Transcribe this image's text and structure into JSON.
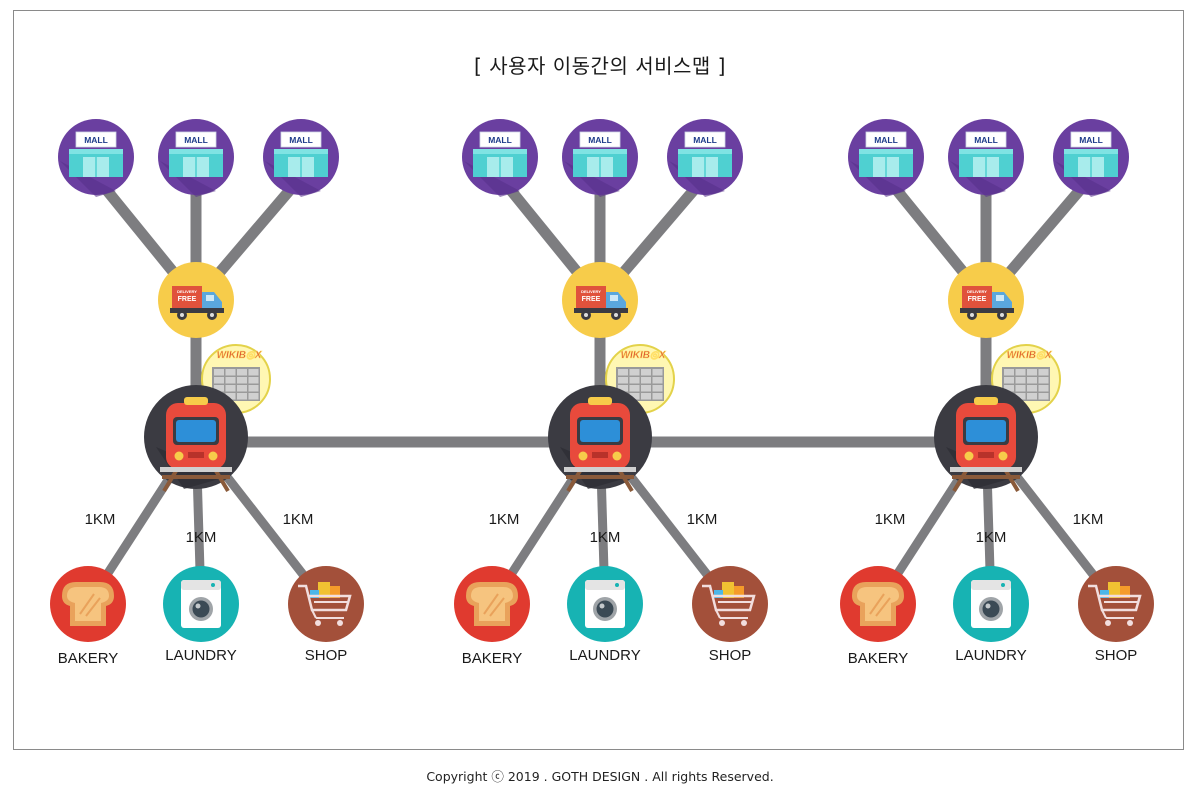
{
  "title": "[ 사용자 이동간의 서비스맵 ]",
  "copyright": "Copyright ⓒ 2019 . GOTH DESIGN  . All rights Reserved.",
  "colors": {
    "mall_bg": "#6a3fa0",
    "delivery_bg": "#f7cc4a",
    "train_bg": "#3b3b42",
    "bakery_bg": "#e03a2f",
    "laundry_bg": "#17b3b3",
    "shop_bg": "#a3503a",
    "connector": "#7d7d80"
  },
  "hubs": [
    {
      "malls": [
        "MALL",
        "MALL",
        "MALL"
      ],
      "delivery": {
        "line1": "DELIVERY",
        "line2": "FREE",
        "icon": "delivery-truck-icon"
      },
      "wikibox": "WIKIB◎X",
      "train": {
        "icon": "train-icon"
      },
      "distances": [
        "1KM",
        "1KM",
        "1KM"
      ],
      "services": [
        "BAKERY",
        "LAUNDRY",
        "SHOP"
      ]
    },
    {
      "malls": [
        "MALL",
        "MALL",
        "MALL"
      ],
      "delivery": {
        "line1": "DELIVERY",
        "line2": "FREE",
        "icon": "delivery-truck-icon"
      },
      "wikibox": "WIKIB◎X",
      "train": {
        "icon": "train-icon"
      },
      "distances": [
        "1KM",
        "1KM",
        "1KM"
      ],
      "services": [
        "BAKERY",
        "LAUNDRY",
        "SHOP"
      ]
    },
    {
      "malls": [
        "MALL",
        "MALL",
        "MALL"
      ],
      "delivery": {
        "line1": "DELIVERY",
        "line2": "FREE",
        "icon": "delivery-truck-icon"
      },
      "wikibox": "WIKIB◎X",
      "train": {
        "icon": "train-icon"
      },
      "distances": [
        "1KM",
        "1KM",
        "1KM"
      ],
      "services": [
        "BAKERY",
        "LAUNDRY",
        "SHOP"
      ]
    }
  ]
}
